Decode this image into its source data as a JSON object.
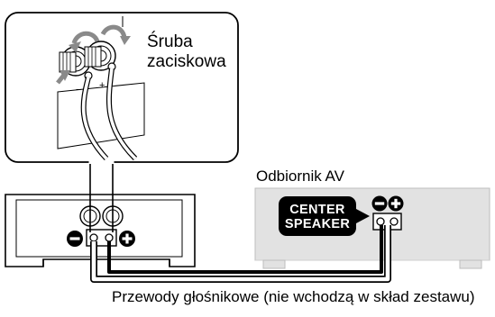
{
  "callout": {
    "label_line1": "Śruba",
    "label_line2": "zaciskowa"
  },
  "receiver": {
    "title": "Odbiornik AV",
    "badge_line1": "CENTER",
    "badge_line2": "SPEAKER"
  },
  "cable": {
    "label": "Przewody głośnikowe (nie wchodzą w skład zestawu)"
  },
  "terminals": {
    "minus_symbol": "−",
    "plus_symbol": "+"
  },
  "colors": {
    "line": "#000000",
    "receiver_fill": "#e2e2e2",
    "badge_fill": "#000000",
    "badge_text": "#ffffff"
  }
}
